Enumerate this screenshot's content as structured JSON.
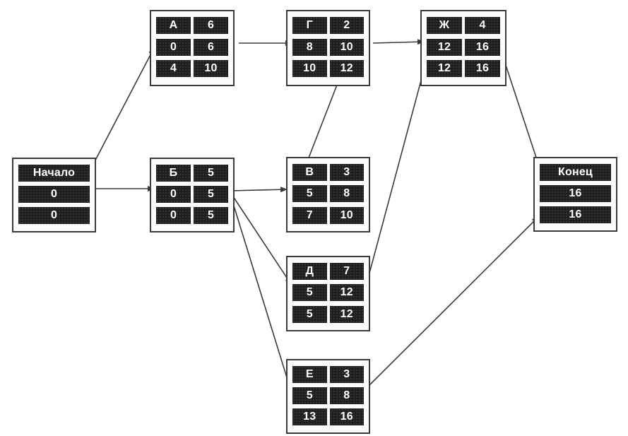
{
  "nodes": {
    "start": {
      "rows": [
        "Начало",
        "0",
        "0"
      ]
    },
    "a": {
      "rows": [
        [
          "А",
          "6"
        ],
        [
          "0",
          "6"
        ],
        [
          "4",
          "10"
        ]
      ]
    },
    "b": {
      "rows": [
        [
          "Б",
          "5"
        ],
        [
          "0",
          "5"
        ],
        [
          "0",
          "5"
        ]
      ]
    },
    "v": {
      "rows": [
        [
          "В",
          "3"
        ],
        [
          "5",
          "8"
        ],
        [
          "7",
          "10"
        ]
      ]
    },
    "g": {
      "rows": [
        [
          "Г",
          "2"
        ],
        [
          "8",
          "10"
        ],
        [
          "10",
          "12"
        ]
      ]
    },
    "d": {
      "rows": [
        [
          "Д",
          "7"
        ],
        [
          "5",
          "12"
        ],
        [
          "5",
          "12"
        ]
      ]
    },
    "e": {
      "rows": [
        [
          "Е",
          "3"
        ],
        [
          "5",
          "8"
        ],
        [
          "13",
          "16"
        ]
      ]
    },
    "zh": {
      "rows": [
        [
          "Ж",
          "4"
        ],
        [
          "12",
          "16"
        ],
        [
          "12",
          "16"
        ]
      ]
    },
    "end": {
      "rows": [
        "Конец",
        "16",
        "16"
      ]
    }
  },
  "edges": [
    {
      "from": "start",
      "to": "a"
    },
    {
      "from": "start",
      "to": "b"
    },
    {
      "from": "a",
      "to": "g"
    },
    {
      "from": "b",
      "to": "v"
    },
    {
      "from": "b",
      "to": "d"
    },
    {
      "from": "b",
      "to": "e"
    },
    {
      "from": "v",
      "to": "g"
    },
    {
      "from": "g",
      "to": "zh"
    },
    {
      "from": "d",
      "to": "zh"
    },
    {
      "from": "zh",
      "to": "end"
    },
    {
      "from": "e",
      "to": "end"
    }
  ],
  "colors": {
    "line": "#3a3a3a",
    "cell": "#1f1f1f",
    "text": "#ffffff"
  }
}
